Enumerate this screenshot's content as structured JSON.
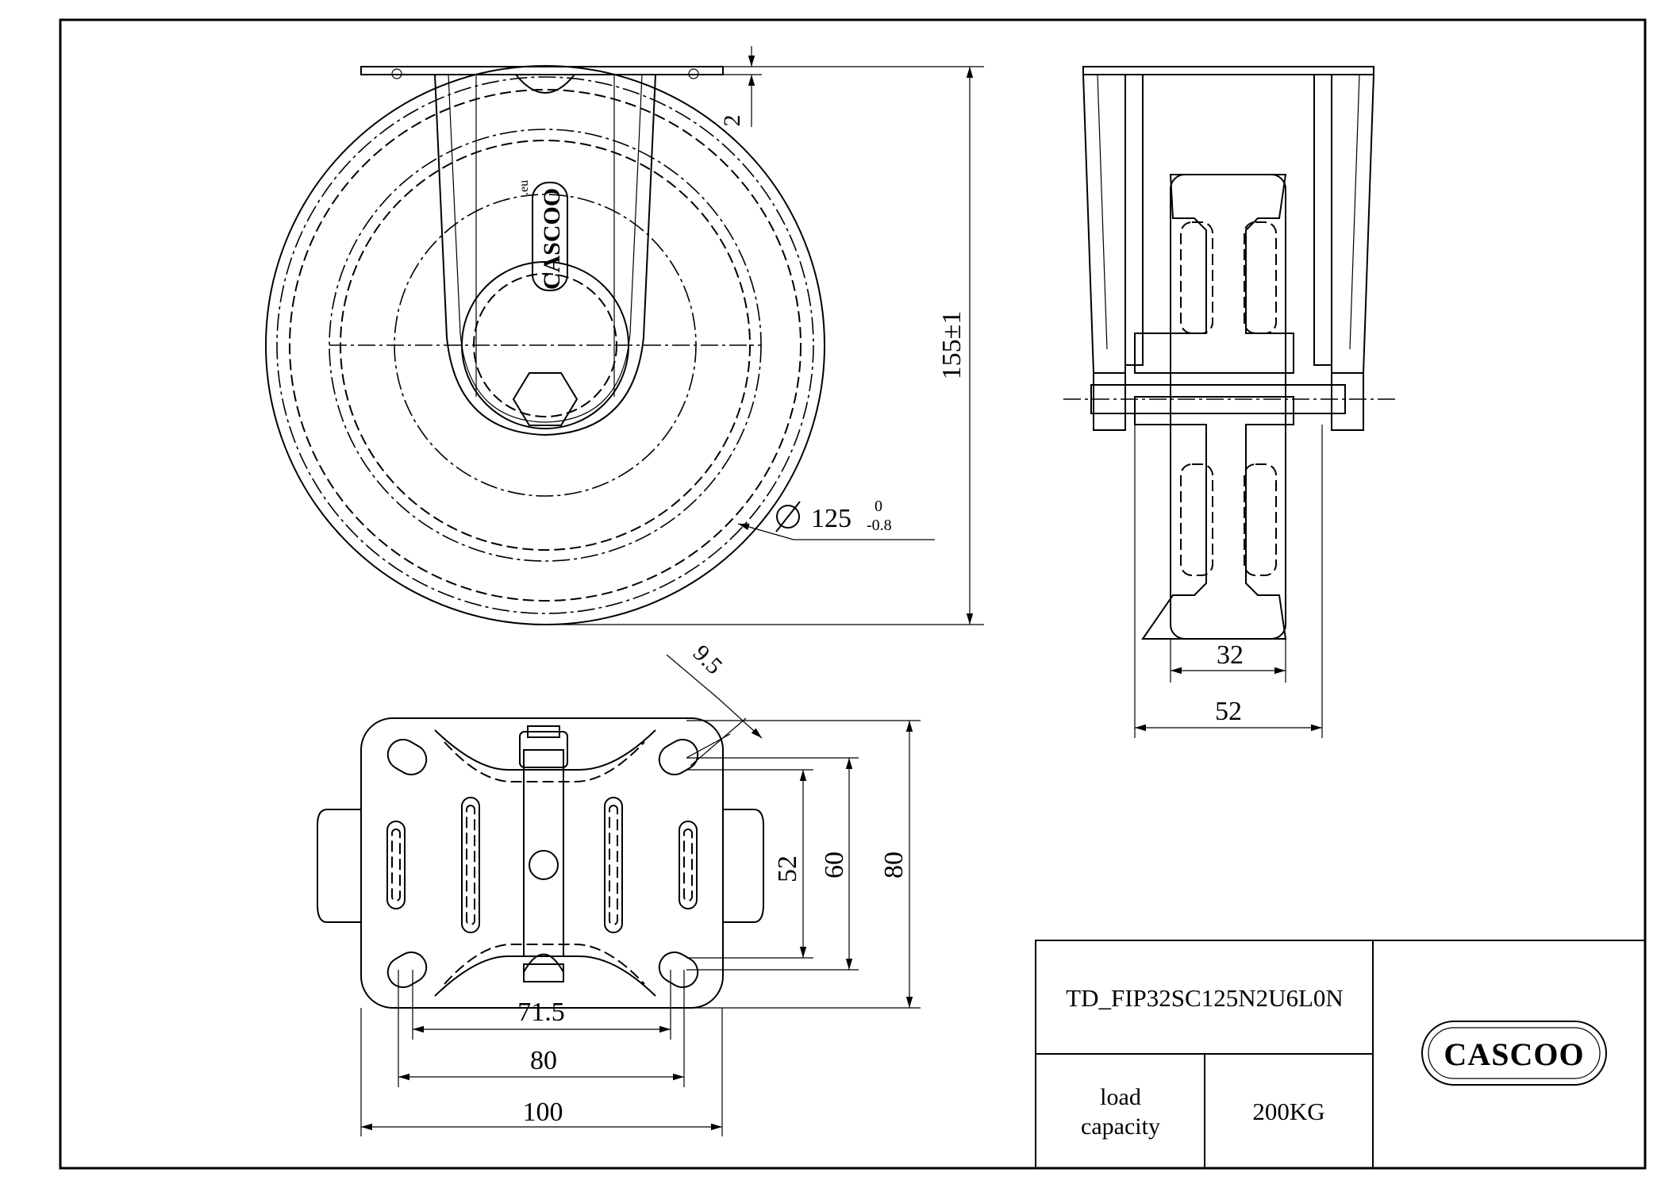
{
  "part_code": "TD_FIP32SC125N2U6L0N",
  "brand": {
    "logo_text": "CASCOO",
    "logo_mark_text": ".eu"
  },
  "title_block": {
    "load_label": "load\ncapacity",
    "load_label_line1": "load",
    "load_label_line2": "capacity",
    "load_value": "200KG"
  },
  "dimensions": {
    "plate_thickness": "2",
    "overall_height": "155±1",
    "wheel_diameter": "125",
    "wheel_diameter_tol_upper": "0",
    "wheel_diameter_tol_lower": "-0.8",
    "slot_width": "9.5",
    "wheel_width": "32",
    "hub_length": "52",
    "hole_spacing_y_inner": "52",
    "hole_spacing_y_outer": "60",
    "plate_depth": "80",
    "hole_spacing_x_inner": "71.5",
    "hole_spacing_x_outer": "80",
    "plate_width": "100"
  }
}
